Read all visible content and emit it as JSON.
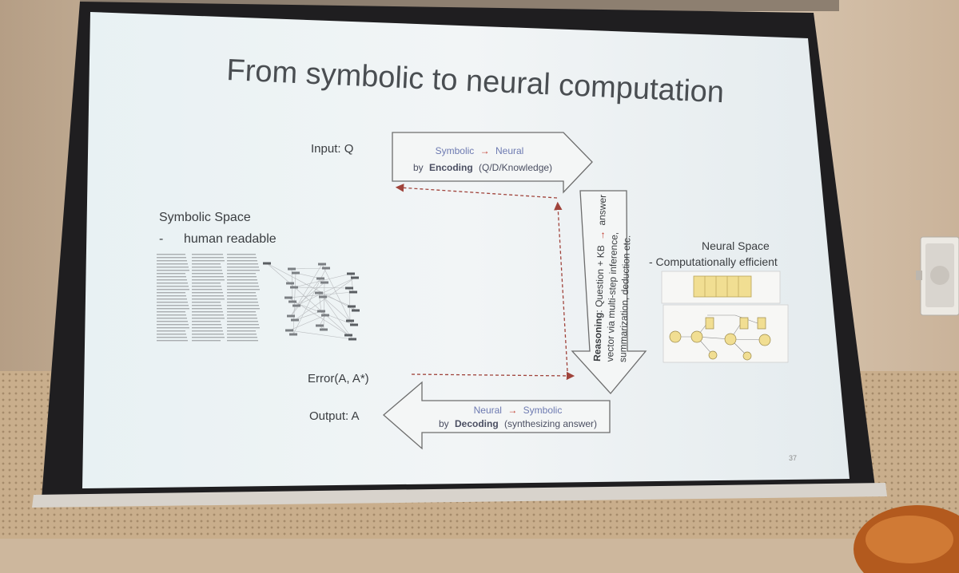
{
  "slide": {
    "title": "From symbolic to neural computation",
    "page_number": "37"
  },
  "labels": {
    "input": "Input: Q",
    "error": "Error(A, A*)",
    "output": "Output: A"
  },
  "symbolic_space": {
    "title": "Symbolic Space",
    "bullet_dash": "-",
    "bullet": "human readable"
  },
  "neural_space": {
    "title": "Neural Space",
    "bullet": "- Computationally efficient"
  },
  "encoding_arrow": {
    "line1_from": "Symbolic",
    "line1_to": "Neural",
    "line2_prefix": "by",
    "line2_bold": "Encoding",
    "line2_rest": "(Q/D/Knowledge)"
  },
  "decoding_arrow": {
    "line1_from": "Neural",
    "line1_to": "Symbolic",
    "line2_prefix": "by",
    "line2_bold": "Decoding",
    "line2_rest": "(synthesizing answer)"
  },
  "reasoning_arrow": {
    "line1_bold": "Reasoning",
    "line1_rest": ": Question + KB",
    "line1_end": "answer",
    "line2": "vector via multi-step inference,",
    "line3": "summarization, deduction etc."
  },
  "arrow_glyph": "→",
  "colors": {
    "slide_bg": "#eef3f5",
    "title_text": "#4a4e52",
    "arrow_fill": "#f4f6f6",
    "arrow_stroke": "#6d6d6d",
    "accent_text": "#6d7ab1",
    "dashed_line": "#a0433b",
    "screen_border": "#1e1d1e"
  }
}
